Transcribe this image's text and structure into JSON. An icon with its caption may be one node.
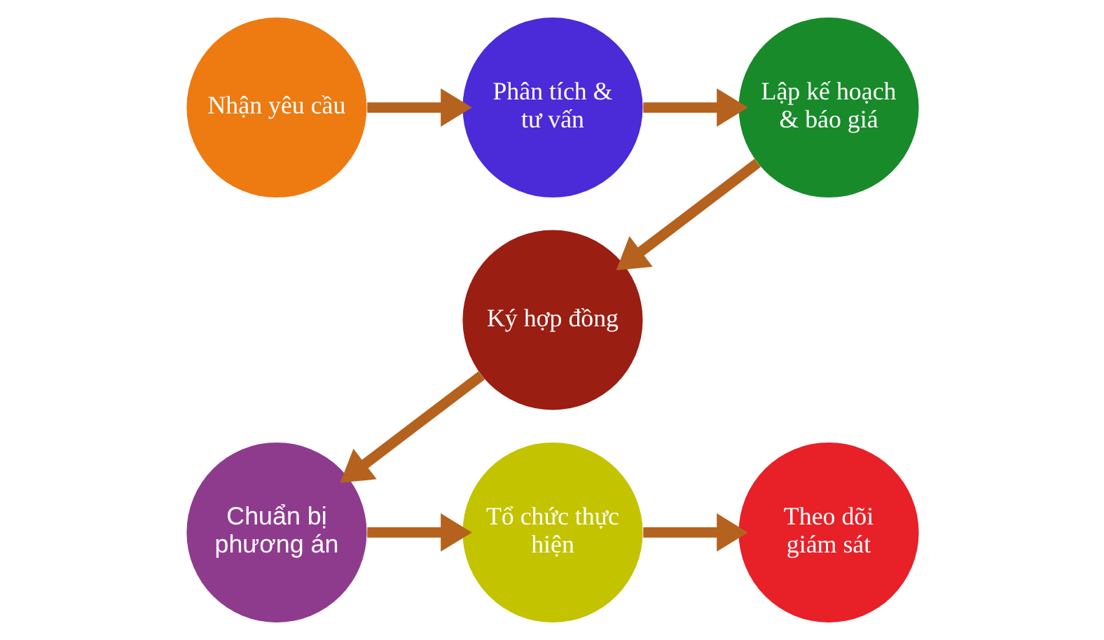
{
  "diagram": {
    "nodes": [
      {
        "text": [
          "Nhận yêu cầu"
        ]
      },
      {
        "text": [
          "Phân tích & tư vấn"
        ]
      },
      {
        "text": [
          "Lập kế hoạch & báo giá"
        ]
      },
      {
        "text": [
          "Ký hợp đồng"
        ]
      },
      {
        "text": [
          "Chuẩn bị phương án"
        ]
      },
      {
        "text": [
          "Tổ chức thực hiện"
        ]
      },
      {
        "text": [
          "Theo dõi giám sát"
        ]
      }
    ],
    "edges": [
      {
        "from": 0,
        "to": 1,
        "arrow": "to"
      },
      {
        "from": 1,
        "to": 2,
        "arrow": "to"
      },
      {
        "from": 2,
        "to": 3,
        "arrow": "to"
      },
      {
        "from": 3,
        "to": 4,
        "arrow": "to"
      },
      {
        "from": 4,
        "to": 5,
        "arrow": "to"
      },
      {
        "from": 5,
        "to": 6,
        "arrow": "to"
      }
    ]
  }
}
